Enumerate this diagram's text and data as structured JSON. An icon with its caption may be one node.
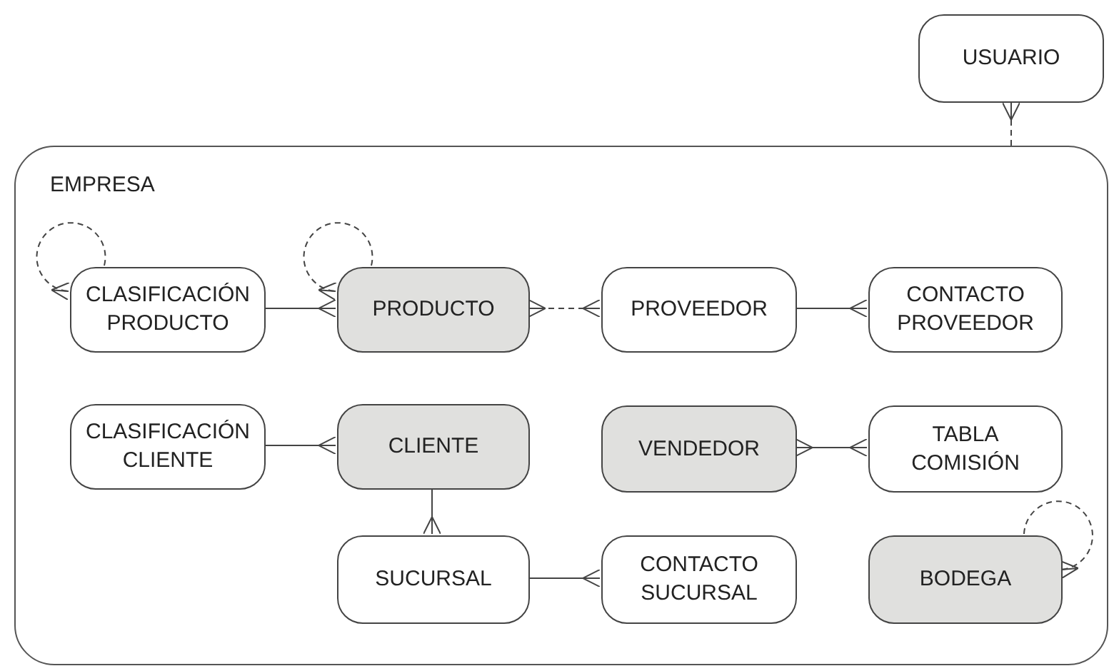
{
  "diagram": {
    "nodes": [
      {
        "text": [
          "USUARIO"
        ]
      },
      {
        "text": [
          "EMPRESA"
        ]
      },
      {
        "text": [
          "CLASIFICACIÓN PRODUCTO"
        ],
        "in": 1
      },
      {
        "text": [
          "PRODUCTO"
        ],
        "in": 1
      },
      {
        "text": [
          "PROVEEDOR"
        ],
        "in": 1
      },
      {
        "text": [
          "CONTACTO PROVEEDOR"
        ],
        "in": 1
      },
      {
        "text": [
          "CLASIFICACIÓN CLIENTE"
        ],
        "in": 1
      },
      {
        "text": [
          "CLIENTE"
        ],
        "in": 1
      },
      {
        "text": [
          "VENDEDOR"
        ],
        "in": 1
      },
      {
        "text": [
          "TABLA COMISIÓN"
        ],
        "in": 1
      },
      {
        "text": [
          "SUCURSAL"
        ],
        "in": 1
      },
      {
        "text": [
          "CONTACTO SUCURSAL"
        ],
        "in": 1
      },
      {
        "text": [
          "BODEGA"
        ],
        "in": 1
      }
    ],
    "edges": [
      {
        "from": 1,
        "to": 0,
        "arrow": "other",
        "style": "dashed"
      },
      {
        "from": 2,
        "to": 2,
        "arrow": "other",
        "style": "dashed"
      },
      {
        "from": 2,
        "to": 3,
        "arrow": "other"
      },
      {
        "from": 3,
        "to": 3,
        "arrow": "other",
        "style": "dashed"
      },
      {
        "from": 3,
        "to": 4,
        "arrow": "other",
        "style": "dashed"
      },
      {
        "from": 4,
        "to": 5,
        "arrow": "other"
      },
      {
        "from": 6,
        "to": 7,
        "arrow": "other"
      },
      {
        "from": 8,
        "to": 9,
        "arrow": "other"
      },
      {
        "from": 7,
        "to": 10,
        "arrow": "other"
      },
      {
        "from": 10,
        "to": 11,
        "arrow": "other"
      },
      {
        "from": 12,
        "to": 12,
        "arrow": "other",
        "style": "dashed"
      }
    ]
  }
}
